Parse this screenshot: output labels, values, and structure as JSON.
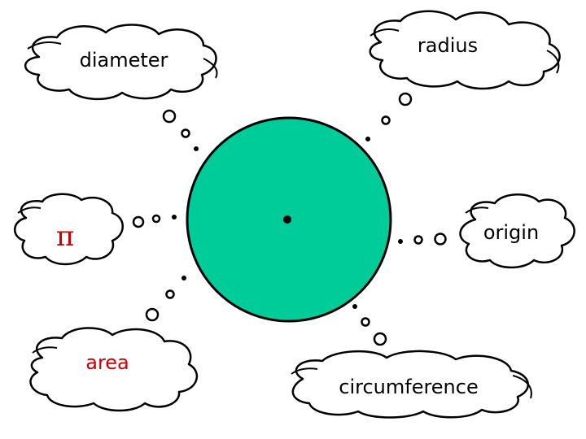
{
  "colors": {
    "circle_fill": "#00cc99",
    "text_default": "#000000",
    "text_highlight": "#cc0000"
  },
  "labels": {
    "diameter": "diameter",
    "radius": "radius",
    "pi": "π",
    "origin": "origin",
    "area": "area",
    "circumference": "circumference"
  }
}
